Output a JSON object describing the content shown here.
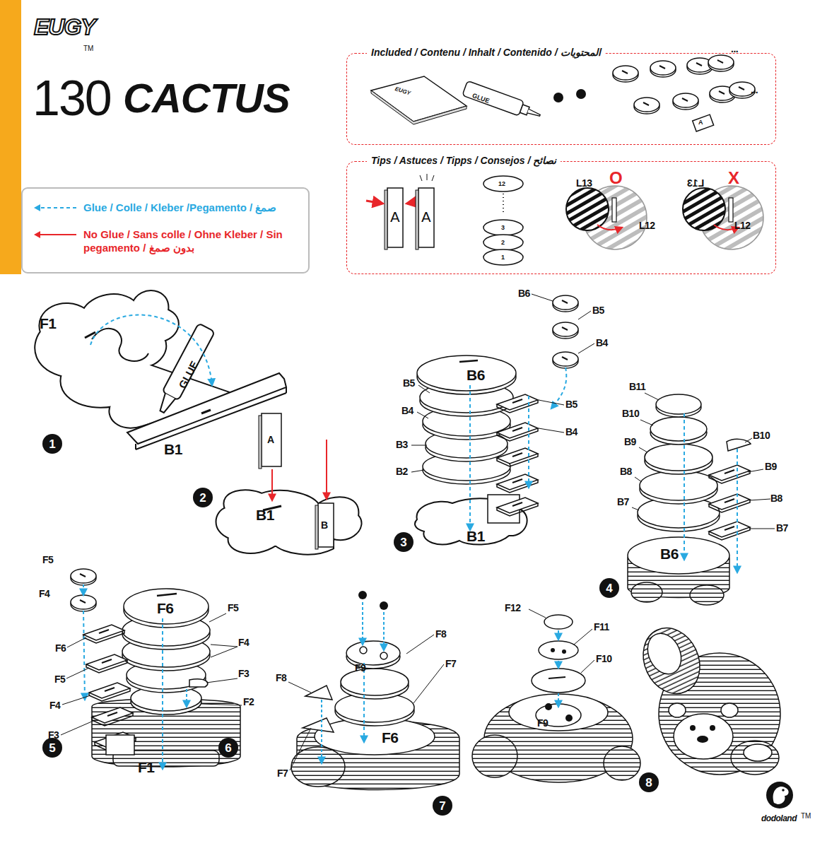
{
  "diagram": {
    "title": "CACTUS",
    "nodes": [
      {
        "text": [
          "Included / Contenu / Inhalt / Contenido / المحتويات"
        ]
      },
      {
        "text": [
          "Tips / Astuces / Tipps / Consejos / نصائح"
        ]
      },
      {
        "text": [
          "1"
        ]
      },
      {
        "text": [
          "2"
        ]
      },
      {
        "text": [
          "3"
        ]
      },
      {
        "text": [
          "4"
        ]
      },
      {
        "text": [
          "5"
        ]
      },
      {
        "text": [
          "6"
        ]
      },
      {
        "text": [
          "7"
        ]
      },
      {
        "text": [
          "8"
        ]
      }
    ],
    "labels": [
      "EUGY",
      "TM",
      "130",
      "...",
      "...",
      "GLUE",
      "A",
      "A",
      "A",
      "12",
      "3",
      "2",
      "1",
      "L13",
      "O",
      "L12",
      "L13",
      "X",
      "L12",
      "F1",
      "GLUE",
      "B1",
      "A",
      "B1",
      "B",
      "B6",
      "B5",
      "B4",
      "B6",
      "B5",
      "B4",
      "B3",
      "B2",
      "B5",
      "B4",
      "B1",
      "B11",
      "B10",
      "B9",
      "B8",
      "B7",
      "B10",
      "B9",
      "B8",
      "B7",
      "B6",
      "F5",
      "F4",
      "F6",
      "F5",
      "F4",
      "F3",
      "F2",
      "F6",
      "F5",
      "F4",
      "F3",
      "F1",
      "F9",
      "F8",
      "F7",
      "F8",
      "F7",
      "F6",
      "F12",
      "F11",
      "F10",
      "F9",
      "dodoland",
      "TM",
      "EUGY"
    ],
    "legend": [
      {
        "text": "Glue / Colle / Kleber /Pegamento / صمغ"
      },
      {
        "text": "No Glue / Sans colle / Ohne Kleber / Sin pegamento / بدون صمغ"
      }
    ]
  }
}
